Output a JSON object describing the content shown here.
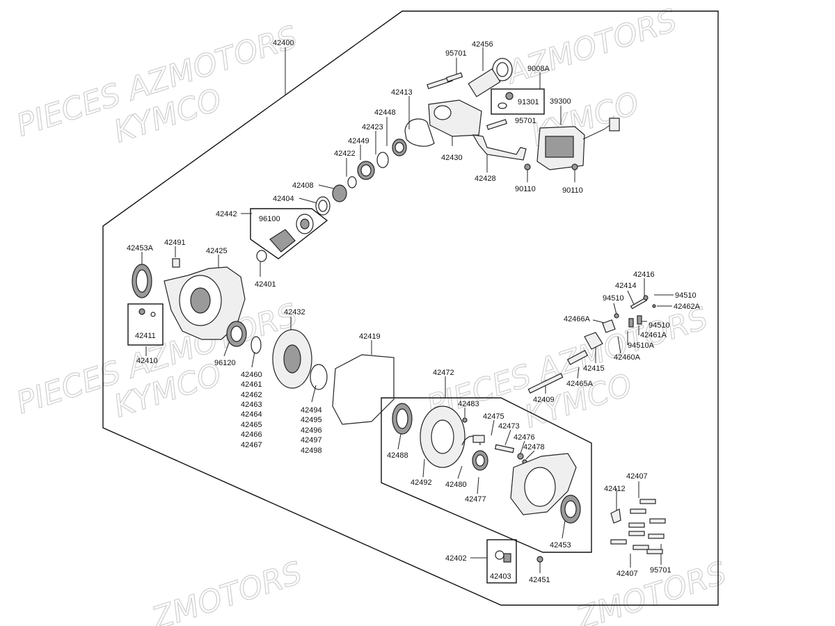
{
  "watermarks": [
    {
      "text": "PIECES AZMOTORS"
    },
    {
      "text": "KYMCO"
    },
    {
      "text": "AZMOTORS"
    },
    {
      "text": "KYMCO"
    },
    {
      "text": "PIECES AZMOTORS"
    },
    {
      "text": "KYMCO"
    },
    {
      "text": "PIECES AZMOTORS"
    },
    {
      "text": "KYMCO"
    },
    {
      "text": "ZMOTORS"
    },
    {
      "text": "ZMOTORS"
    }
  ],
  "labels": {
    "p42400": "42400",
    "p42456": "42456",
    "p95701a": "95701",
    "p9008A": "9008A",
    "p91301": "91301",
    "p42413": "42413",
    "p39300": "39300",
    "p42448": "42448",
    "p95701b": "95701",
    "p42423": "42423",
    "p42449": "42449",
    "p42430": "42430",
    "p42422": "42422",
    "p42428": "42428",
    "p90110a": "90110",
    "p90110b": "90110",
    "p42408": "42408",
    "p42404": "42404",
    "p42442": "42442",
    "p96100": "96100",
    "p42453A": "42453A",
    "p42491": "42491",
    "p42425": "42425",
    "p42401": "42401",
    "p42416": "42416",
    "p42414": "42414",
    "p94510a": "94510",
    "p94510b": "94510",
    "p42462A": "42462A",
    "p42466A": "42466A",
    "p94510c": "94510",
    "p42461A": "42461A",
    "p94510A": "94510A",
    "p42460A": "42460A",
    "p42415": "42415",
    "p42465A": "42465A",
    "p42409": "42409",
    "p42432": "42432",
    "p42411": "42411",
    "p42410": "42410",
    "p96120": "96120",
    "p42419": "42419",
    "p42460": "42460",
    "p42461": "42461",
    "p42462": "42462",
    "p42463": "42463",
    "p42464": "42464",
    "p42465": "42465",
    "p42466": "42466",
    "p42467": "42467",
    "p42494": "42494",
    "p42495": "42495",
    "p42496": "42496",
    "p42497": "42497",
    "p42498": "42498",
    "p42472": "42472",
    "p42483": "42483",
    "p42475": "42475",
    "p42473": "42473",
    "p42476": "42476",
    "p42478": "42478",
    "p42488": "42488",
    "p42492": "42492",
    "p42480": "42480",
    "p42477": "42477",
    "p42453": "42453",
    "p42407a": "42407",
    "p42412": "42412",
    "p42407b": "42407",
    "p95701c": "95701",
    "p42402": "42402",
    "p42403": "42403",
    "p42451": "42451"
  }
}
